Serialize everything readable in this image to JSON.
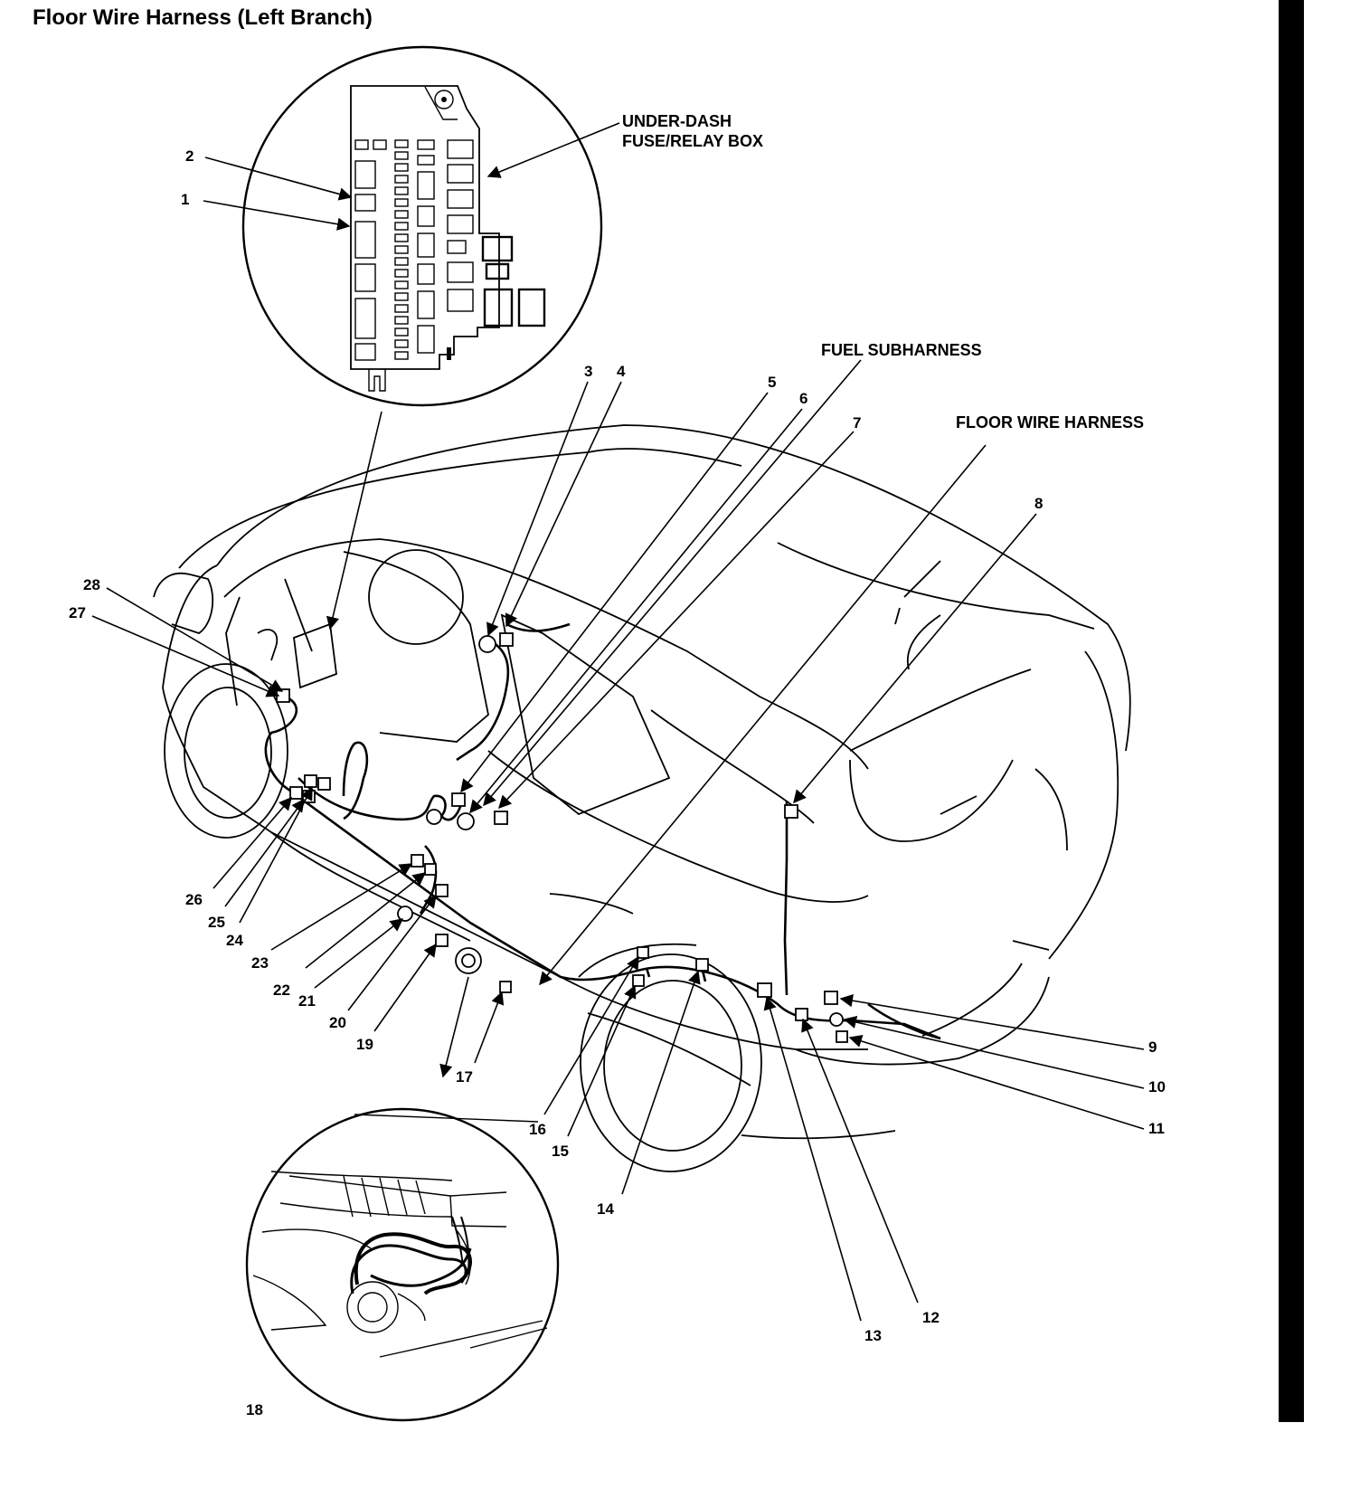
{
  "title": "Floor Wire Harness (Left Branch)",
  "components": {
    "fuse_box": "UNDER-DASH FUSE/RELAY BOX",
    "fuse_box_line1": "UNDER-DASH",
    "fuse_box_line2": "FUSE/RELAY BOX",
    "fuel_subharness": "FUEL SUBHARNESS",
    "floor_harness": "FLOOR WIRE HARNESS"
  },
  "callouts": [
    "1",
    "2",
    "3",
    "4",
    "5",
    "6",
    "7",
    "8",
    "9",
    "10",
    "11",
    "12",
    "13",
    "14",
    "15",
    "16",
    "17",
    "18",
    "19",
    "20",
    "21",
    "22",
    "23",
    "24",
    "25",
    "26",
    "27",
    "28"
  ],
  "colors": {
    "ink": "#000000",
    "paper": "#ffffff"
  }
}
